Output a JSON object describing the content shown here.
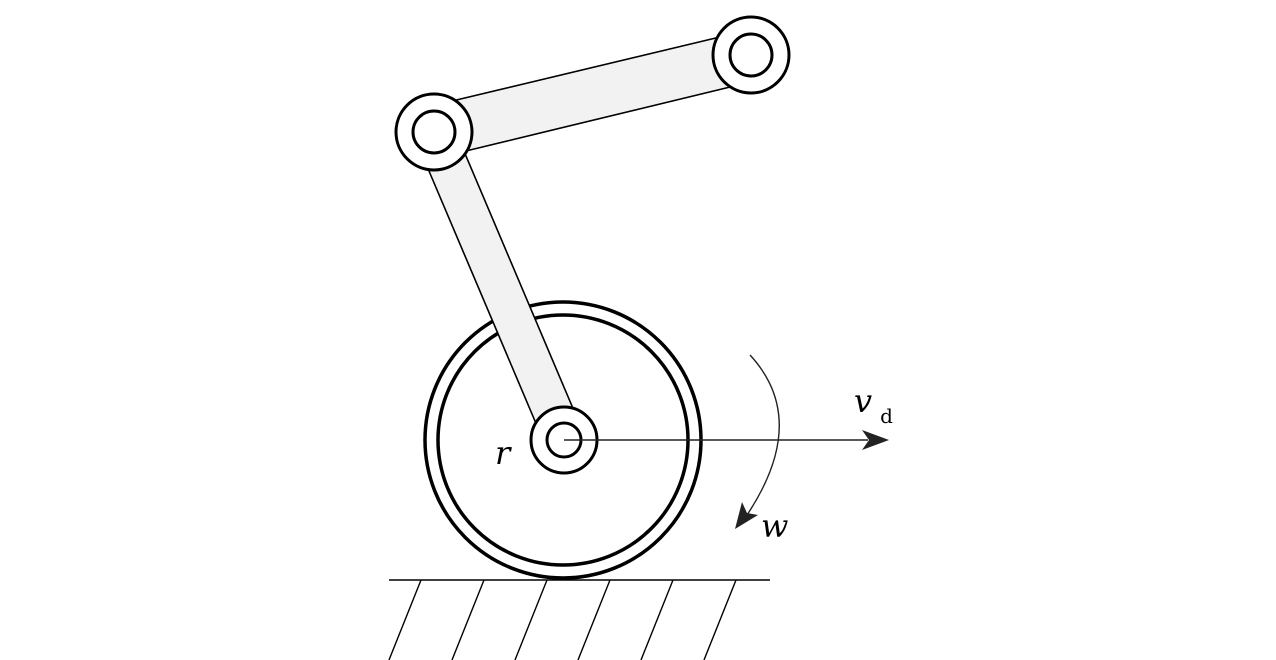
{
  "labels": {
    "radius": "r",
    "velocity": "v",
    "velocity_subscript": "d",
    "angular_velocity": "w"
  },
  "colors": {
    "stroke": "#000000",
    "link_fill": "#f2f2f2",
    "arrow": "#222222",
    "background": "#ffffff"
  }
}
